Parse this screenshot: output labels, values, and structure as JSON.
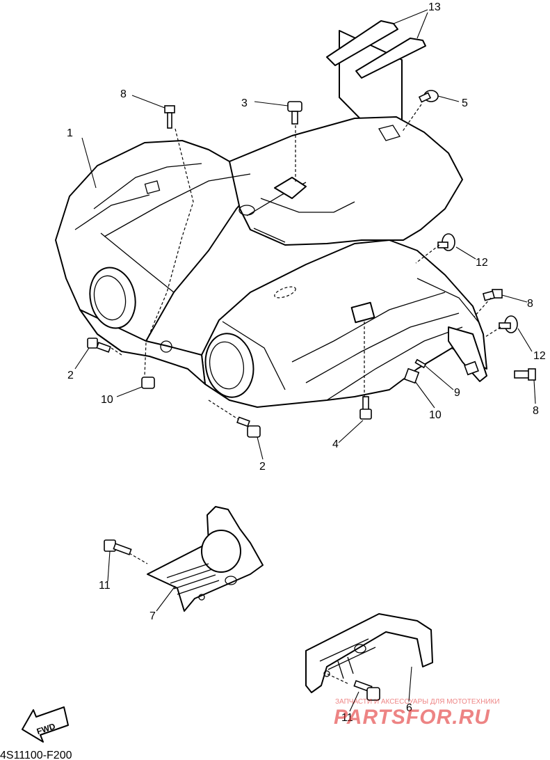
{
  "diagram": {
    "code": "4S11100-F200",
    "fwd_label": "FWD",
    "callouts": {
      "c1": "1",
      "c2a": "2",
      "c2b": "2",
      "c3": "3",
      "c4": "4",
      "c5": "5",
      "c6": "6",
      "c7": "7",
      "c8a": "8",
      "c8b": "8",
      "c8c": "8",
      "c9": "9",
      "c10a": "10",
      "c10b": "10",
      "c11a": "11",
      "c11b": "11",
      "c12a": "12",
      "c12b": "12",
      "c13": "13"
    }
  },
  "watermark": {
    "tagline": "ЗАПЧАСТИ И АКСЕССУАРЫ ДЛЯ МОТОТЕХНИКИ",
    "logo": "PARTSFOR.RU",
    "color": "#e02020"
  }
}
